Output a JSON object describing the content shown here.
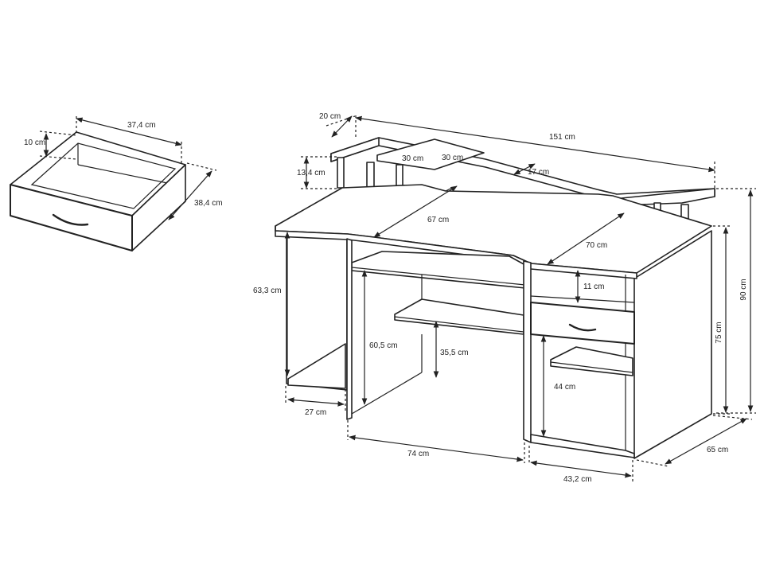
{
  "drawing": {
    "drawer": {
      "width_label": "37,4 cm",
      "height_label": "10 cm",
      "depth_label": "38,4 cm"
    },
    "desk": {
      "total_width_label": "151 cm",
      "shelf_depth_label": "20 cm",
      "riser_height_label": "13,4 cm",
      "monitor_shelf_left_label": "30 cm",
      "monitor_shelf_right_label": "30 cm",
      "top_back_gap_label": "17 cm",
      "desk_depth_center_label": "67 cm",
      "desk_depth_right_label": "70 cm",
      "side_opening_height_label": "63,3 cm",
      "keyboard_clearance_label": "60,5 cm",
      "shelf_height_label": "35,5 cm",
      "drawer_gap_label": "11 cm",
      "compartment_height_label": "44 cm",
      "side_width_label": "27 cm",
      "knee_space_width_label": "74 cm",
      "cabinet_width_label": "43,2 cm",
      "desk_height_label": "75 cm",
      "total_height_label": "90 cm",
      "depth_label": "65 cm"
    }
  }
}
